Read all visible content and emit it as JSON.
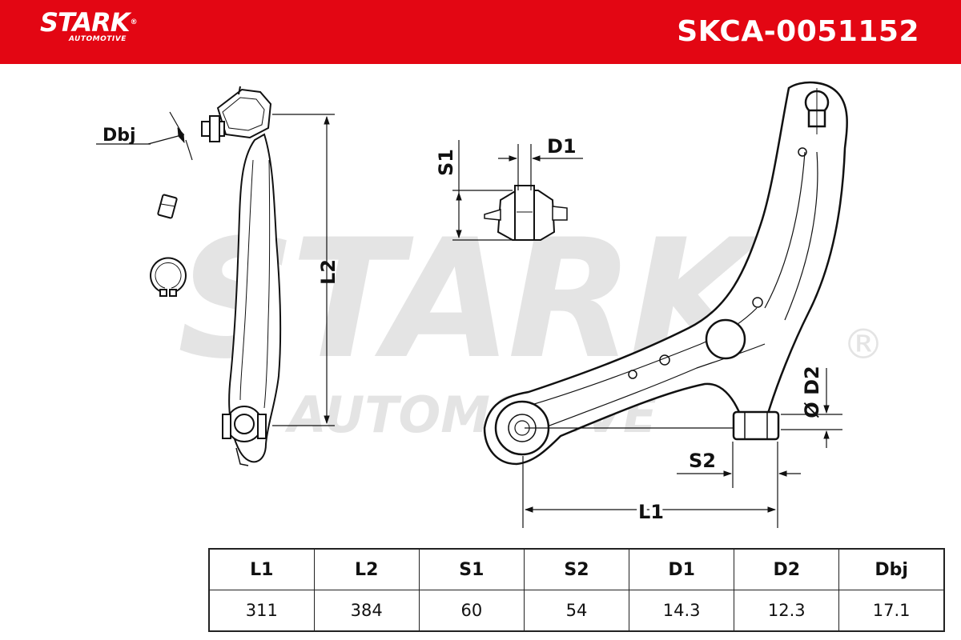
{
  "header": {
    "brand": "STARK",
    "brand_reg": "®",
    "brand_sub": "AUTOMOTIVE",
    "part_number": "SKCA-0051152",
    "color": "#e30613"
  },
  "watermark": {
    "main": "STARK",
    "reg": "®",
    "sub": "AUTOMOTIVE"
  },
  "drawing_labels": {
    "dbj": "Dbj",
    "l2": "L2",
    "s1": "S1",
    "d1": "D1",
    "d2": "Ø D2",
    "s2": "S2",
    "l1": "L1"
  },
  "specs": {
    "headers": [
      "L1",
      "L2",
      "S1",
      "S2",
      "D1",
      "D2",
      "Dbj"
    ],
    "values": [
      "311",
      "384",
      "60",
      "54",
      "14.3",
      "12.3",
      "17.1"
    ]
  }
}
